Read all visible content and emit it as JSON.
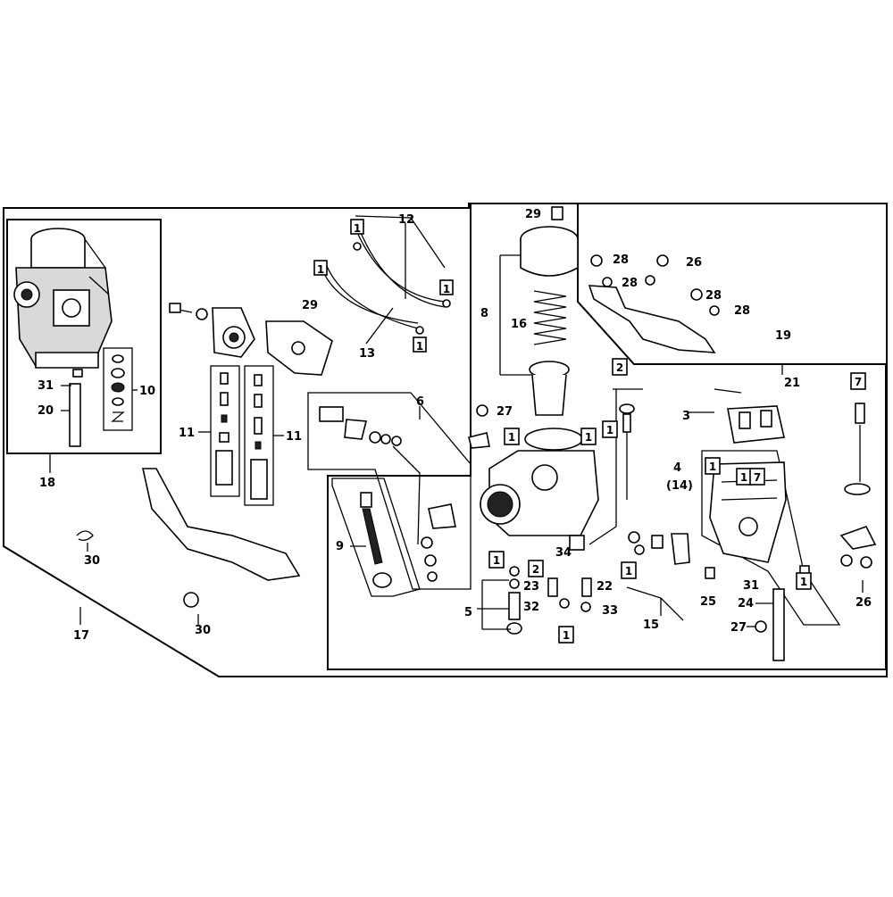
{
  "labels": {
    "l1": "1",
    "l2": "2",
    "l3": "3",
    "l4": "4",
    "l4b": "(14)",
    "l5": "5",
    "l6": "6",
    "l7": "7",
    "l8": "8",
    "l9": "9",
    "l10": "10",
    "l11a": "11",
    "l11b": "11",
    "l12": "12",
    "l13": "13",
    "l15": "15",
    "l16": "16",
    "l17": "17",
    "l18": "18",
    "l19": "19",
    "l20": "20",
    "l21": "21",
    "l22": "22",
    "l23": "23",
    "l24": "24",
    "l25": "25",
    "l26a": "26",
    "l26b": "26",
    "l27a": "27",
    "l27b": "27",
    "l28a": "28",
    "l28b": "28",
    "l28c": "28",
    "l28d": "28",
    "l29a": "29",
    "l29b": "29",
    "l30a": "30",
    "l30b": "30",
    "l31a": "31",
    "l31b": "31",
    "l32": "32",
    "l33": "33",
    "l34": "34"
  },
  "boxed": {
    "one": "1",
    "two": "2",
    "seven": "7"
  },
  "colors": {
    "line": "#000000",
    "background": "#ffffff"
  }
}
